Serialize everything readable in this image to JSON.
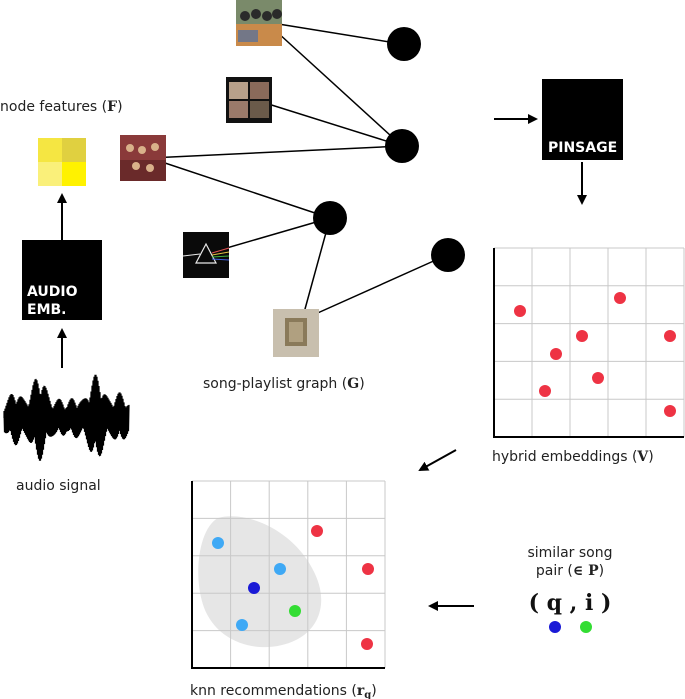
{
  "labels": {
    "node_features": "node features (",
    "node_features_sym": "F",
    "audio_box_line1": "AUDIO",
    "audio_box_line2": "EMB.",
    "audio_signal": "audio signal",
    "graph": "song-playlist graph (",
    "graph_sym": "G",
    "pinsage": "PINSAGE",
    "hybrid": "hybrid embeddings (",
    "hybrid_sym": "V",
    "similar_line1": "similar song",
    "similar_line2": "pair (",
    "similar_sym": "∈ P",
    "pair_text": "( q , i )",
    "knn": "knn recommendations (",
    "knn_sym": "r",
    "knn_sub": "q",
    "close_paren": ")"
  },
  "colors": {
    "red": "#ee3344",
    "blue_light": "#3fa9f5",
    "blue_dark": "#1a1ad6",
    "green": "#33dd33",
    "grid": "#c8c8c8",
    "cluster": "#e6e6e6",
    "feature_cells": [
      "#f5e642",
      "#e0d040",
      "#faf07a",
      "#fff200"
    ]
  },
  "album_covers": [
    "beatles-for-sale",
    "let-it-be",
    "sgt-pepper",
    "dark-side-of-the-moon",
    "led-zeppelin-iv"
  ]
}
